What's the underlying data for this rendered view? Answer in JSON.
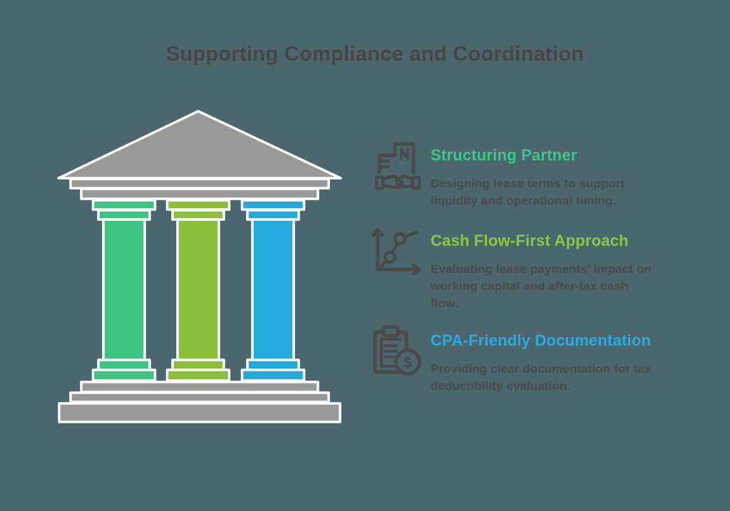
{
  "title": "Supporting Compliance and Coordination",
  "colors": {
    "background": "#4C666E",
    "title_text": "#474747",
    "body_text": "#4B4D4D",
    "icon_stroke": "#4A4A4A",
    "temple_gray": "#999999",
    "temple_outline": "#FFFFFF",
    "pillar_green": "#3EC482",
    "pillar_lime": "#8DBE39",
    "pillar_blue": "#22AADA"
  },
  "temple": {
    "pillars": [
      {
        "name": "green-pillar",
        "color_key": "pillar_green"
      },
      {
        "name": "lime-pillar",
        "color_key": "pillar_lime"
      },
      {
        "name": "blue-pillar",
        "color_key": "pillar_blue"
      }
    ]
  },
  "icons": {
    "dollar_symbol": "$"
  },
  "items": [
    {
      "icon": "buildings-handshake-icon",
      "accent": "#3CC78A",
      "heading": "Structuring Partner",
      "description_lines": [
        "Designing lease terms to support",
        "liquidity and operational timing."
      ]
    },
    {
      "icon": "line-chart-icon",
      "accent": "#8DC63F",
      "heading": "Cash Flow-First Approach",
      "description_lines": [
        "Evaluating lease payments' impact on",
        "working capital and after-tax cash",
        "flow."
      ]
    },
    {
      "icon": "clipboard-dollar-icon",
      "accent": "#29ABE2",
      "heading": "CPA-Friendly Documentation",
      "description_lines": [
        "Providing clear documentation for tax",
        "deductibility evaluation."
      ]
    }
  ]
}
